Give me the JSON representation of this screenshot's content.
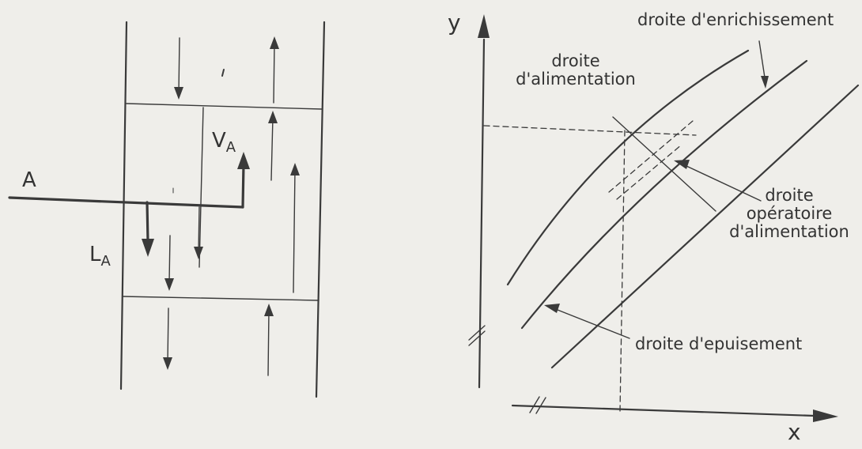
{
  "left_diagram": {
    "feed_label": "A",
    "vapor_label_main": "V",
    "vapor_label_sub": "A",
    "liquid_label_main": "L",
    "liquid_label_sub": "A"
  },
  "right_diagram": {
    "y_axis_label": "y",
    "x_axis_label": "x",
    "enrichment_line_label": "droite d'enrichissement",
    "feed_line_label": [
      "droite",
      "d'alimentation"
    ],
    "feed_operating_line_label": [
      "droite",
      "opératoire",
      "d'alimentation"
    ],
    "stripping_line_label": "droite d'epuisement"
  }
}
